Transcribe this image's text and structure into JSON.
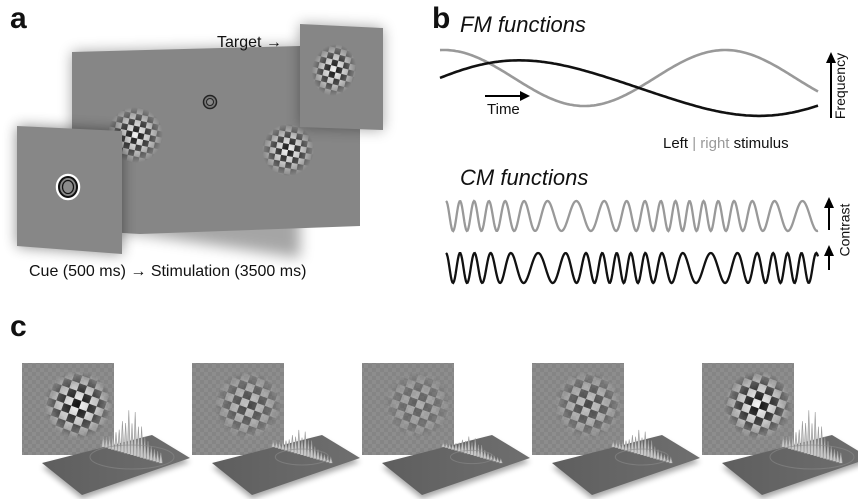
{
  "panel_a": {
    "letter": "a",
    "target_label": "Target →",
    "caption": "Cue (500 ms) → Stimulation (3500 ms)"
  },
  "panel_b": {
    "letter": "b",
    "fm_title": "FM functions",
    "time_label": "Time",
    "frequency_label": "Frequency",
    "legend": {
      "left": "Left",
      "sep": "|",
      "right": "right",
      "tail": "stimulus"
    },
    "cm_title": "CM functions",
    "contrast_label": "Contrast",
    "colors": {
      "left": "#111111",
      "right": "#999999"
    }
  },
  "panel_c": {
    "letter": "c",
    "frames": 5
  }
}
